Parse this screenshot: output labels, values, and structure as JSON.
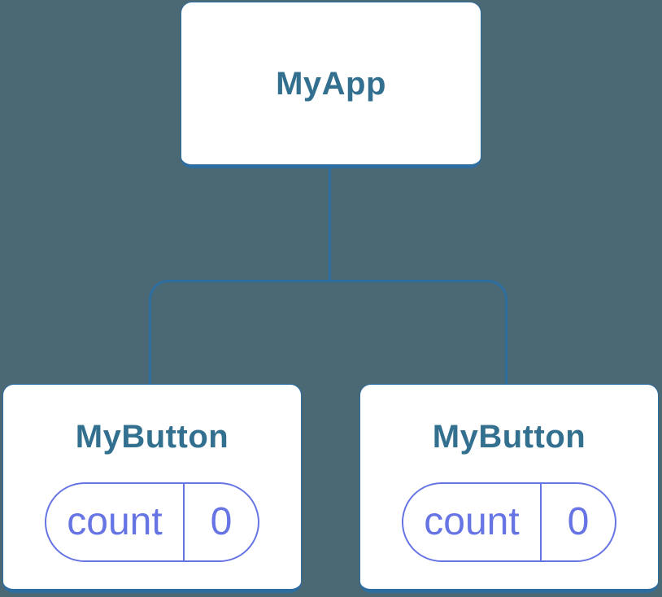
{
  "colors": {
    "background": "#4a6975",
    "connector": "#2e6da0",
    "node_fill": "#ffffff",
    "node_label": "#33708f",
    "state_accent": "#6674e4"
  },
  "tree": {
    "root": {
      "label": "MyApp"
    },
    "children": [
      {
        "label": "MyButton",
        "state": {
          "key": "count",
          "value": "0"
        }
      },
      {
        "label": "MyButton",
        "state": {
          "key": "count",
          "value": "0"
        }
      }
    ]
  }
}
